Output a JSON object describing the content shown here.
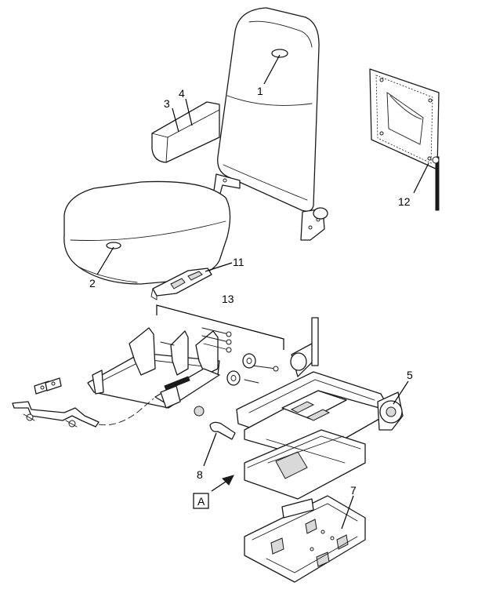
{
  "callouts": {
    "c1": "1",
    "c2": "2",
    "c3": "3",
    "c4": "4",
    "c5": "5",
    "c7": "7",
    "c8": "8",
    "c11": "11",
    "c12": "12",
    "c13": "13"
  },
  "view_label": "A"
}
